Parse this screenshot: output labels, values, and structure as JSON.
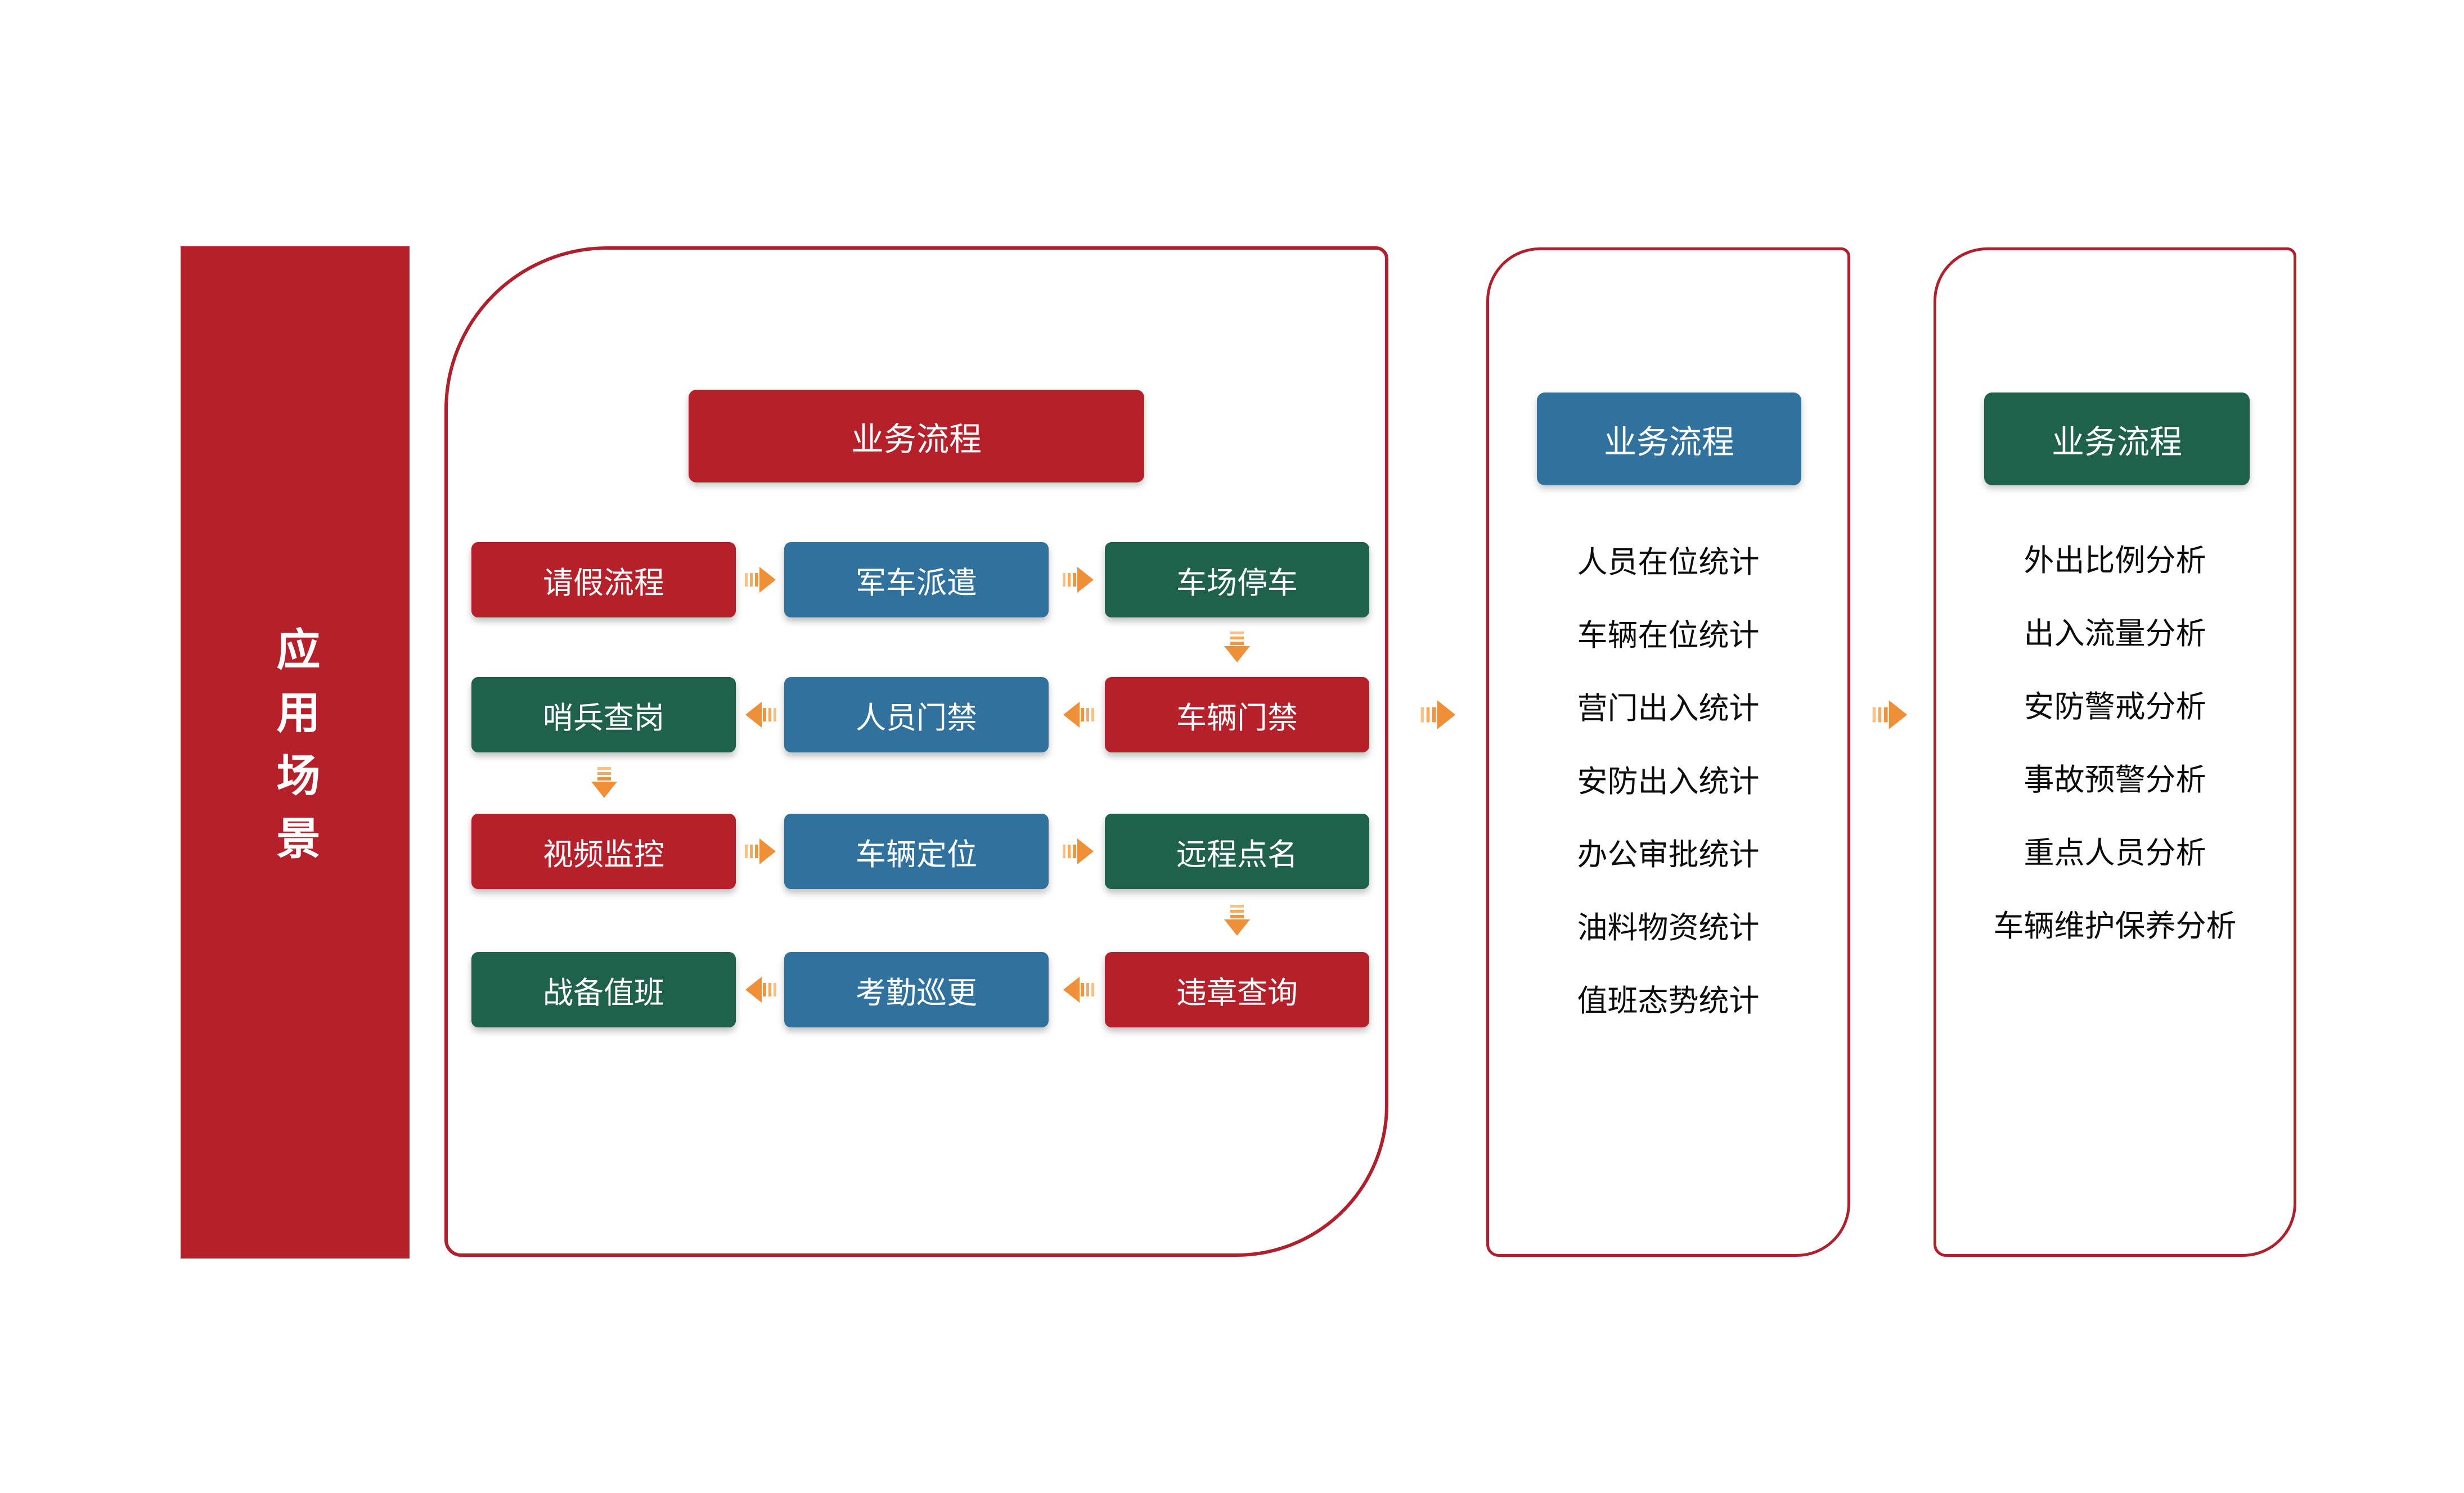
{
  "colors": {
    "red": "#B6202B",
    "blue": "#31719E",
    "green": "#20614B",
    "orange": "#F0953F",
    "outline_red": "#B01F2C"
  },
  "left_bar": {
    "label": "应用场景"
  },
  "main_panel": {
    "header": "业务流程",
    "rows": [
      {
        "flow_direction": "right",
        "boxes": [
          {
            "label": "请假流程",
            "color": "red"
          },
          {
            "label": "军车派遣",
            "color": "blue"
          },
          {
            "label": "车场停车",
            "color": "green"
          }
        ]
      },
      {
        "flow_direction": "left",
        "boxes": [
          {
            "label": "哨兵查岗",
            "color": "green"
          },
          {
            "label": "人员门禁",
            "color": "blue"
          },
          {
            "label": "车辆门禁",
            "color": "red"
          }
        ]
      },
      {
        "flow_direction": "right",
        "boxes": [
          {
            "label": "视频监控",
            "color": "red"
          },
          {
            "label": "车辆定位",
            "color": "blue"
          },
          {
            "label": "远程点名",
            "color": "green"
          }
        ]
      },
      {
        "flow_direction": "left",
        "boxes": [
          {
            "label": "战备值班",
            "color": "green"
          },
          {
            "label": "考勤巡更",
            "color": "blue"
          },
          {
            "label": "违章查询",
            "color": "red"
          }
        ]
      }
    ]
  },
  "stats_panel": {
    "header": "业务流程",
    "header_color": "blue",
    "items": [
      "人员在位统计",
      "车辆在位统计",
      "营门出入统计",
      "安防出入统计",
      "办公审批统计",
      "油料物资统计",
      "值班态势统计"
    ]
  },
  "analysis_panel": {
    "header": "业务流程",
    "header_color": "green",
    "items": [
      "外出比例分析",
      "出入流量分析",
      "安防警戒分析",
      "事故预警分析",
      "重点人员分析",
      "车辆维护保养分析"
    ]
  }
}
